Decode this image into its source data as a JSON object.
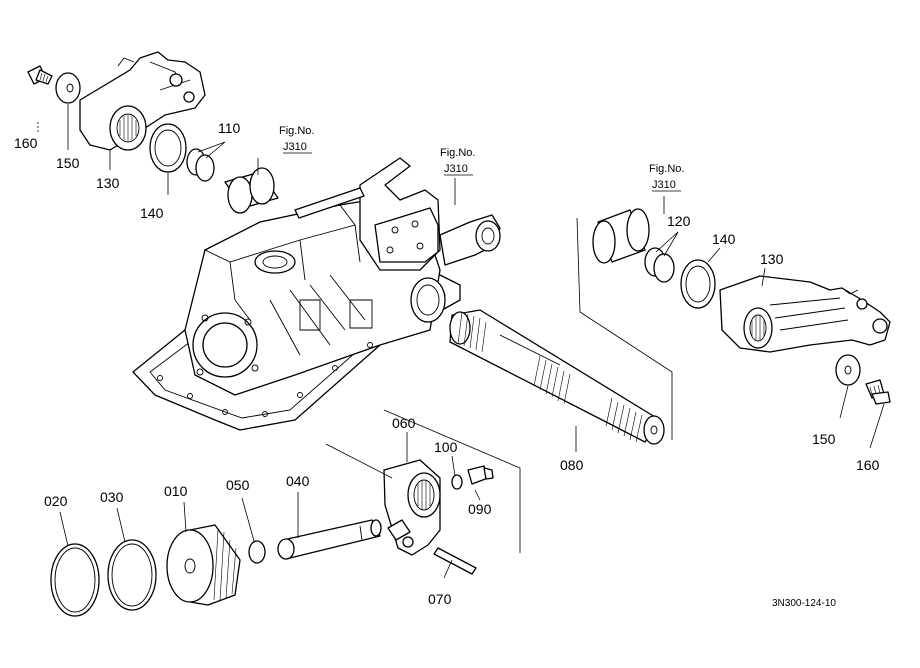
{
  "diagram": {
    "callouts": {
      "p010": "010",
      "p020": "020",
      "p030": "030",
      "p040": "040",
      "p050": "050",
      "p060": "060",
      "p070": "070",
      "p080": "080",
      "p090": "090",
      "p100": "100",
      "p110": "110",
      "p120": "120",
      "p130_left": "130",
      "p130_right": "130",
      "p140_left": "140",
      "p140_right": "140",
      "p150_left": "150",
      "p150_right": "150",
      "p160_left": "160",
      "p160_right": "160"
    },
    "figure_refs": {
      "fig_label": "Fig.No.",
      "ref_a": "J310",
      "ref_b": "J310",
      "ref_c": "J310"
    },
    "drawing_code": "3N300-124-10"
  }
}
